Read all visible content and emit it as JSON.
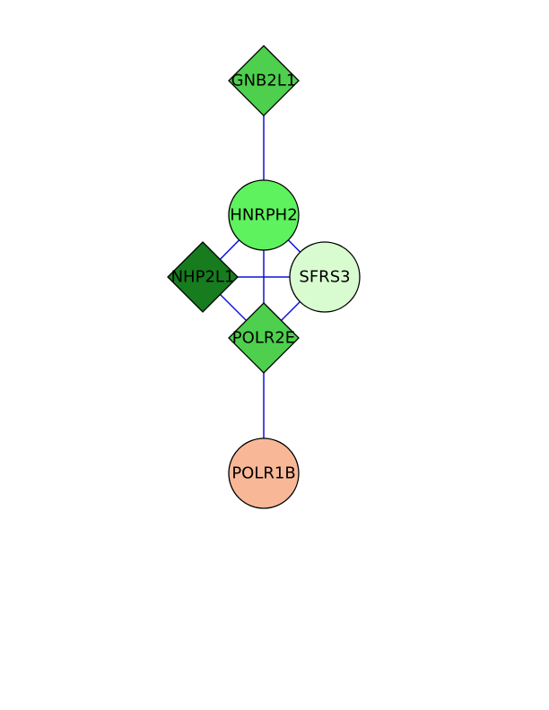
{
  "network": {
    "nodes": [
      {
        "id": "GNB2L1",
        "label": "GNB2L1",
        "shape": "diamond",
        "color": "#4ed04e"
      },
      {
        "id": "HNRPH2",
        "label": "HNRPH2",
        "shape": "circle",
        "color": "#5ef25e"
      },
      {
        "id": "NHP2L1",
        "label": "NHP2L1",
        "shape": "diamond",
        "color": "#167c1e"
      },
      {
        "id": "SFRS3",
        "label": "SFRS3",
        "shape": "circle",
        "color": "#d8fcd0"
      },
      {
        "id": "POLR2E",
        "label": "POLR2E",
        "shape": "diamond",
        "color": "#4ed04e"
      },
      {
        "id": "POLR1B",
        "label": "POLR1B",
        "shape": "circle",
        "color": "#f8b898"
      }
    ],
    "edges": [
      {
        "source": "GNB2L1",
        "target": "HNRPH2"
      },
      {
        "source": "HNRPH2",
        "target": "NHP2L1"
      },
      {
        "source": "HNRPH2",
        "target": "SFRS3"
      },
      {
        "source": "HNRPH2",
        "target": "POLR2E"
      },
      {
        "source": "NHP2L1",
        "target": "SFRS3"
      },
      {
        "source": "NHP2L1",
        "target": "POLR2E"
      },
      {
        "source": "SFRS3",
        "target": "POLR2E"
      },
      {
        "source": "POLR2E",
        "target": "POLR1B"
      }
    ],
    "edge_color": "#1010d8"
  }
}
